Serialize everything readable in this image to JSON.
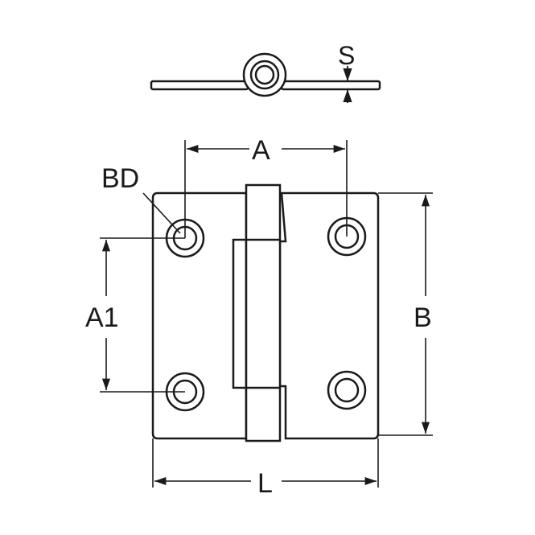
{
  "labels": {
    "s": "S",
    "a": "A",
    "bd": "BD",
    "a1": "A1",
    "b": "B",
    "l": "L"
  },
  "colors": {
    "stroke": "#1a1a1a",
    "fill": "#ffffff"
  }
}
